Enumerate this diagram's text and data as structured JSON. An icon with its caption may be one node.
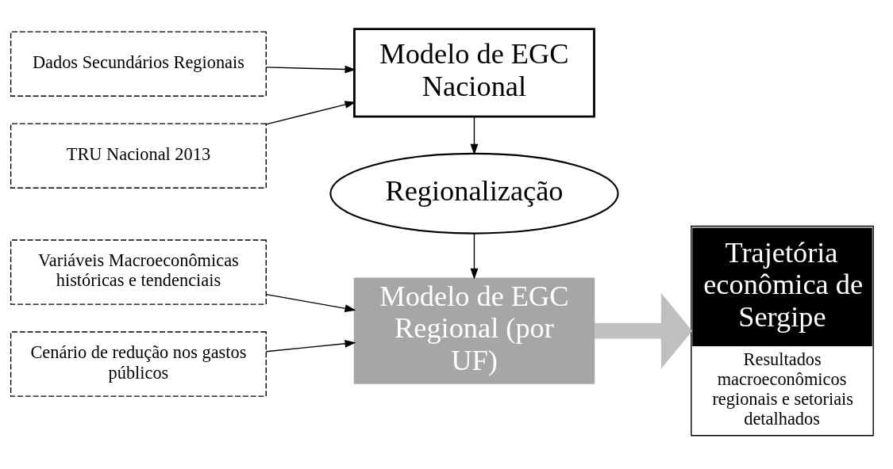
{
  "diagram": {
    "nodes": [
      {
        "text": [
          "Dados Secundários Regionais"
        ]
      },
      {
        "text": [
          "TRU Nacional 2013"
        ]
      },
      {
        "text": [
          "Modelo de EGC Nacional"
        ]
      },
      {
        "text": [
          "Regionalização"
        ]
      },
      {
        "text": [
          "Variáveis Macroeconômicas históricas e tendenciais"
        ]
      },
      {
        "text": [
          "Cenário de redução nos gastos públicos"
        ]
      },
      {
        "text": [
          "Modelo de EGC Regional (por UF)"
        ]
      },
      {
        "text": [
          "Trajetória econômica de Sergipe",
          "Resultados macroeconômicos regionais e setoriais detalhados"
        ]
      }
    ],
    "edges": [
      {
        "from": 0,
        "to": 2,
        "arrow": "to"
      },
      {
        "from": 1,
        "to": 2,
        "arrow": "to"
      },
      {
        "from": 2,
        "to": 3,
        "arrow": "to"
      },
      {
        "from": 3,
        "to": 6,
        "arrow": "to"
      },
      {
        "from": 4,
        "to": 6,
        "arrow": "to"
      },
      {
        "from": 5,
        "to": 6,
        "arrow": "to"
      },
      {
        "from": 6,
        "to": 7,
        "arrow": "to",
        "style": "thick",
        "color": "#bfbfbf"
      }
    ]
  }
}
